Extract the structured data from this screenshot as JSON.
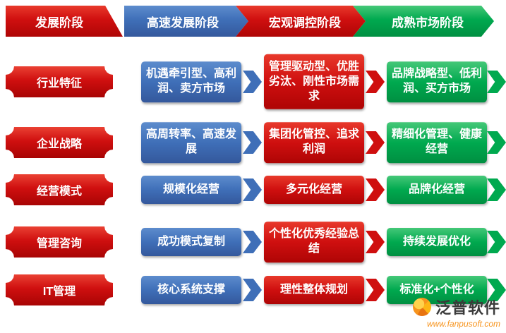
{
  "header": {
    "intro": "发展阶段",
    "stages": [
      {
        "label": "高速发展阶段"
      },
      {
        "label": "宏观调控阶段"
      },
      {
        "label": "成熟市场阶段"
      }
    ]
  },
  "rows": [
    {
      "label": "行业特征",
      "cells": [
        "机遇牵引型、高利润、卖方市场",
        "管理驱动型、优胜劣汰、刚性市场需求",
        "品牌战略型、低利润、买方市场"
      ]
    },
    {
      "label": "企业战略",
      "cells": [
        "高周转率、高速发展",
        "集团化管控、追求利润",
        "精细化管理、健康经营"
      ]
    },
    {
      "label": "经营模式",
      "cells": [
        "规模化经营",
        "多元化经营",
        "品牌化经营"
      ]
    },
    {
      "label": "管理咨询",
      "cells": [
        "成功模式复制",
        "个性化优秀经验总结",
        "持续发展优化"
      ]
    },
    {
      "label": "IT管理",
      "cells": [
        "核心系统支撑",
        "理性整体规划",
        "标准化+个性化"
      ]
    }
  ],
  "colors": {
    "red": "#cf0f0f",
    "blue": "#3f6fb8",
    "green": "#00a94f",
    "orange": "#f7941d"
  },
  "logo": {
    "brand": "泛普软件",
    "site": "www.fanpusoft.com"
  }
}
